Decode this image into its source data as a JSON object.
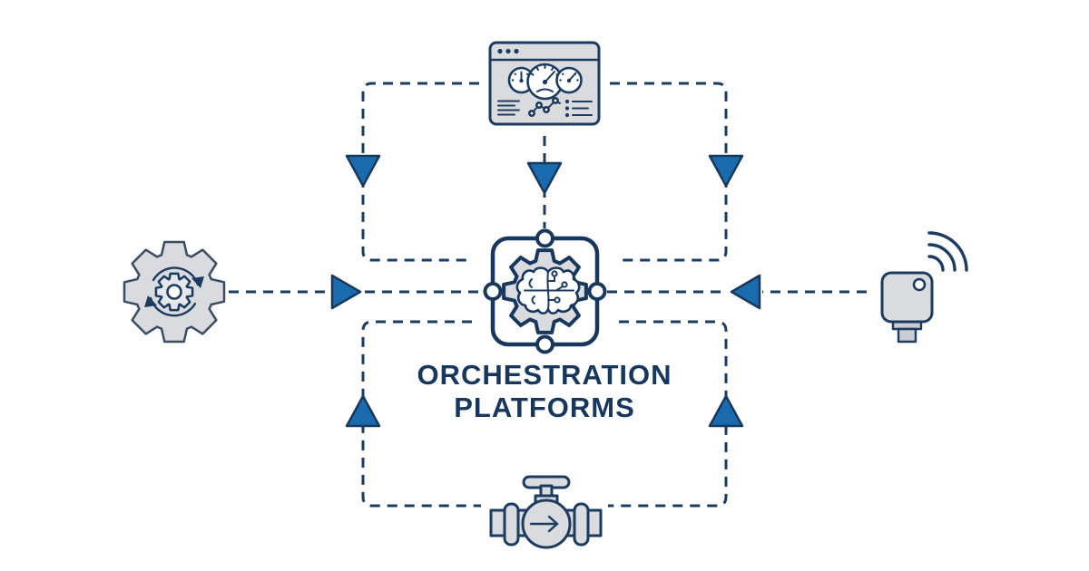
{
  "diagram": {
    "title": {
      "line1": "ORCHESTRATION",
      "line2": "PLATFORMS"
    },
    "icons": {
      "top": "dashboard-gauges-icon",
      "left": "gear-sync-icon",
      "right": "wireless-sensor-icon",
      "bottom": "pipeline-valve-icon",
      "center": "gear-brain-icon"
    },
    "connections": [
      {
        "from": "dashboard-gauges-icon",
        "to": "center",
        "direction": "into-center"
      },
      {
        "from": "gear-sync-icon",
        "to": "center",
        "direction": "into-center"
      },
      {
        "from": "wireless-sensor-icon",
        "to": "center",
        "direction": "into-center"
      },
      {
        "from": "pipeline-valve-icon",
        "to": "center",
        "direction": "into-center"
      }
    ],
    "colors": {
      "navy": "#1d3b5e",
      "text_navy": "#17375c",
      "arrow_blue": "#1a6bad",
      "icon_fill": "#d9dbde",
      "background": "#ffffff"
    }
  }
}
